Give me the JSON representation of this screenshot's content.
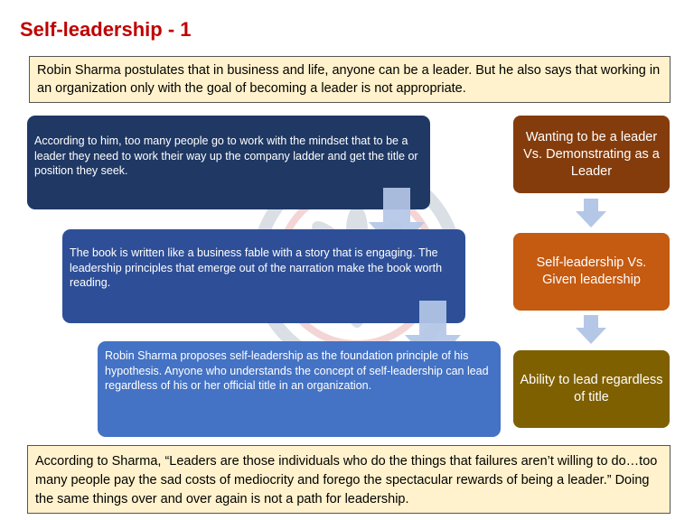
{
  "title": "Self-leadership - 1",
  "intro": "Robin Sharma postulates that in business and life, anyone can be a leader. But he also says that working in an organization only with the goal of becoming a leader is not appropriate.",
  "blocks": [
    {
      "text": "According to him, too many people go to work with the mindset that to be a leader they need to work their way up the company ladder and get the title or position they seek."
    },
    {
      "text": "The book is written like a business fable with a story that is engaging. The leadership principles that emerge out of the narration make the book worth reading."
    },
    {
      "text": "Robin Sharma proposes self-leadership as the foundation principle of his hypothesis. Anyone who understands the concept of self-leadership can lead regardless of his or her official title in an organization."
    }
  ],
  "steps": [
    {
      "text": "Wanting to be a leader Vs. Demonstrating as a Leader"
    },
    {
      "text": "Self-leadership Vs. Given leadership"
    },
    {
      "text": "Ability to lead regardless of title"
    }
  ],
  "quote": "According to Sharma, “Leaders are those individuals who do the things that failures aren’t willing to do…too many people pay the sad costs of mediocrity and forego the spectacular rewards of being a leader.” Doing the same things over and over again is not a path for leadership.",
  "colors": {
    "title": "#c00000",
    "note_bg": "#fff2cc",
    "block_1": "#1f3864",
    "block_2": "#2e4f97",
    "block_3": "#4472c4",
    "step_1": "#843c0c",
    "step_2": "#c55a11",
    "step_3": "#7f6000",
    "arrow": "#b4c7e7"
  }
}
